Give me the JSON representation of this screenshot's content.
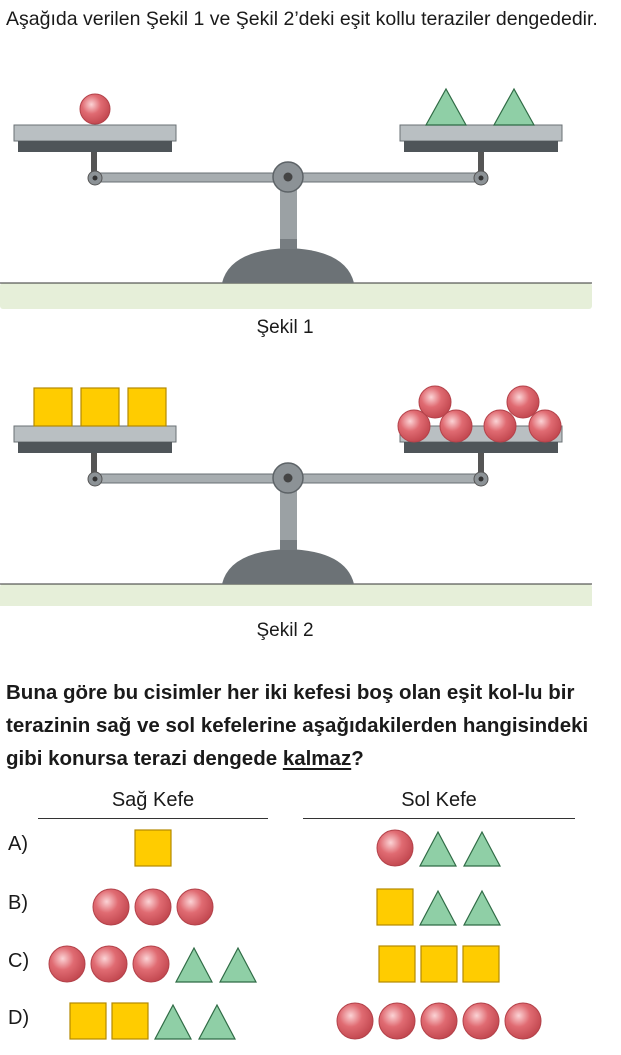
{
  "intro_text": "Aşağıda verilen Şekil 1 ve Şekil 2’deki eşit kollu teraziler dengededir.",
  "figures": [
    {
      "caption": "Şekil 1",
      "left_pan": {
        "squares": 0,
        "circles": 1,
        "triangles": 0
      },
      "right_pan": {
        "squares": 0,
        "circles": 0,
        "triangles": 2
      }
    },
    {
      "caption": "Şekil 2",
      "left_pan": {
        "squares": 3,
        "circles": 0,
        "triangles": 0
      },
      "right_pan": {
        "squares": 0,
        "circles": 6,
        "triangles": 0
      }
    }
  ],
  "question": {
    "text_before": "Buna göre bu cisimler her iki kefesi boş olan eşit kol-lu bir terazinin sağ ve sol kefelerine aşağıdakilerden hangisindeki gibi konursa terazi dengede ",
    "underlined": "kalmaz",
    "text_after": "?"
  },
  "table": {
    "left_header": "Sağ Kefe",
    "right_header": "Sol Kefe",
    "options": [
      {
        "label": "A)",
        "sag_kefe": [
          "square"
        ],
        "sol_kefe": [
          "circle",
          "triangle",
          "triangle"
        ]
      },
      {
        "label": "B)",
        "sag_kefe": [
          "circle",
          "circle",
          "circle"
        ],
        "sol_kefe": [
          "square",
          "triangle",
          "triangle"
        ]
      },
      {
        "label": "C)",
        "sag_kefe": [
          "circle",
          "circle",
          "circle",
          "triangle",
          "triangle"
        ],
        "sol_kefe": [
          "square",
          "square",
          "square"
        ]
      },
      {
        "label": "D)",
        "sag_kefe": [
          "square",
          "square",
          "triangle",
          "triangle"
        ],
        "sol_kefe": [
          "circle",
          "circle",
          "circle",
          "circle",
          "circle"
        ]
      }
    ]
  },
  "colors": {
    "circle": "#e06b72",
    "triangle": "#8fcfa6",
    "square": "#ffcc00",
    "ground": "#e6efd9",
    "scale_metal": "#8c9296"
  }
}
